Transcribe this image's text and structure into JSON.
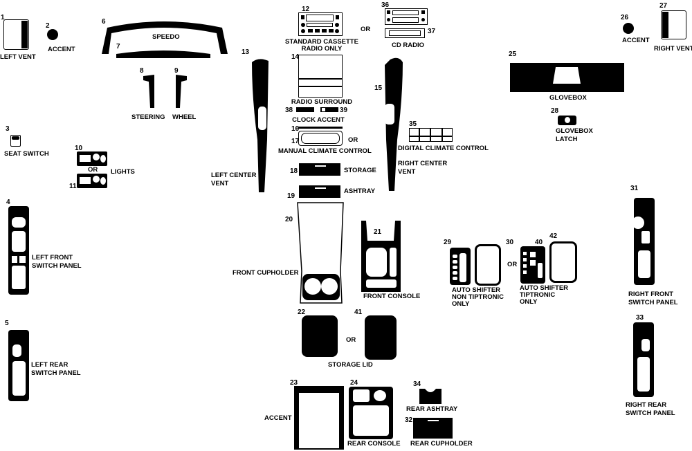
{
  "parts": {
    "p1": {
      "num": "1",
      "label": "LEFT VENT"
    },
    "p2": {
      "num": "2",
      "label": "ACCENT"
    },
    "p3": {
      "num": "3",
      "label": "SEAT SWITCH"
    },
    "p4": {
      "num": "4",
      "label1": "LEFT FRONT",
      "label2": "SWITCH PANEL"
    },
    "p5": {
      "num": "5",
      "label1": "LEFT REAR",
      "label2": "SWITCH PANEL"
    },
    "p6": {
      "num": "6",
      "label": "SPEEDO"
    },
    "p7": {
      "num": "7"
    },
    "p8": {
      "num": "8",
      "label": "STEERING"
    },
    "p9": {
      "num": "9",
      "label": "WHEEL"
    },
    "p10": {
      "num": "10"
    },
    "p11": {
      "num": "11"
    },
    "lights": {
      "label": "LIGHTS"
    },
    "p12": {
      "num": "12",
      "label1": "STANDARD CASSETTE",
      "label2": "RADIO ONLY"
    },
    "p13": {
      "num": "13",
      "label1": "LEFT CENTER",
      "label2": "VENT"
    },
    "p14": {
      "num": "14",
      "label": "RADIO SURROUND"
    },
    "p15": {
      "num": "15",
      "label1": "RIGHT CENTER",
      "label2": "VENT"
    },
    "p16": {
      "num": "16"
    },
    "p17": {
      "num": "17",
      "label": "MANUAL CLIMATE CONTROL"
    },
    "p18": {
      "num": "18",
      "label": "STORAGE"
    },
    "p19": {
      "num": "19",
      "label": "ASHTRAY"
    },
    "p20": {
      "num": "20",
      "label": "FRONT CUPHOLDER"
    },
    "p21": {
      "num": "21",
      "label": "FRONT CONSOLE"
    },
    "p22": {
      "num": "22"
    },
    "p23": {
      "num": "23",
      "label": "ACCENT"
    },
    "p24": {
      "num": "24",
      "label": "REAR CONSOLE"
    },
    "p25": {
      "num": "25",
      "label": "GLOVEBOX"
    },
    "p26": {
      "num": "26",
      "label": "ACCENT"
    },
    "p27": {
      "num": "27",
      "label": "RIGHT VENT"
    },
    "p28": {
      "num": "28",
      "label1": "GLOVEBOX",
      "label2": "LATCH"
    },
    "p29": {
      "num": "29"
    },
    "p30": {
      "num": "30",
      "label1": "AUTO SHIFTER",
      "label2": "NON TIPTRONIC",
      "label3": "ONLY"
    },
    "p31": {
      "num": "31",
      "label1": "RIGHT FRONT",
      "label2": "SWITCH PANEL"
    },
    "p32": {
      "num": "32",
      "label": "REAR CUPHOLDER"
    },
    "p33": {
      "num": "33",
      "label1": "RIGHT REAR",
      "label2": "SWITCH PANEL"
    },
    "p34": {
      "num": "34",
      "label": "REAR ASHTRAY"
    },
    "p35": {
      "num": "35",
      "label": "DIGITAL CLIMATE CONTROL"
    },
    "p36": {
      "num": "36"
    },
    "p37": {
      "num": "37",
      "label": "CD RADIO"
    },
    "p38": {
      "num": "38",
      "label": "CLOCK ACCENT"
    },
    "p39": {
      "num": "39"
    },
    "p40": {
      "num": "40"
    },
    "p41": {
      "num": "41",
      "label": "STORAGE LID"
    },
    "p42": {
      "num": "42",
      "label1": "AUTO SHIFTER",
      "label2": "TIPTRONIC",
      "label3": "ONLY"
    }
  },
  "or_label": "OR",
  "colors": {
    "ink": "#000000",
    "paper": "#ffffff"
  }
}
